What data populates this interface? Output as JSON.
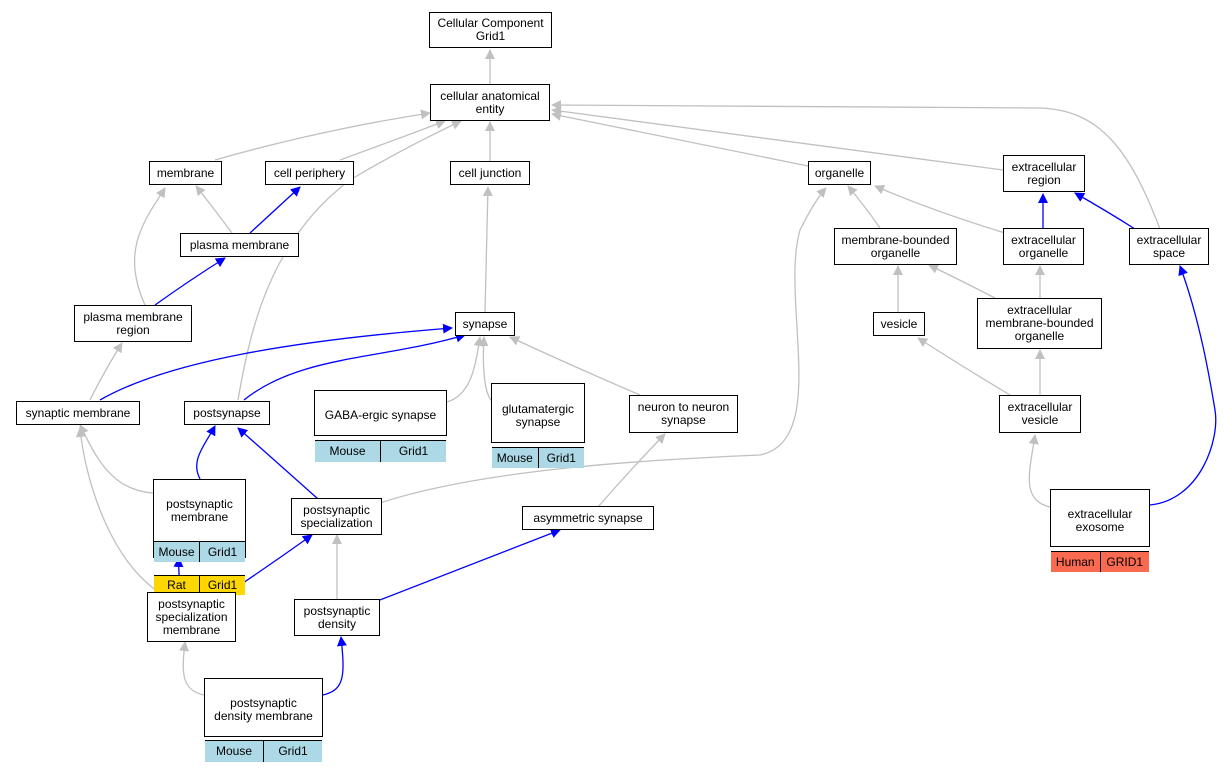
{
  "colors": {
    "is_a_edge": "#c0c0c0",
    "part_of_edge": "#0000ff",
    "node_border": "#000000",
    "mouse": "#add8e6",
    "rat": "#ffd700",
    "human": "#fa6a50"
  },
  "nodes": {
    "root": {
      "label": "Cellular Component\nGrid1"
    },
    "cae": {
      "label": "cellular anatomical\nentity"
    },
    "membrane": {
      "label": "membrane"
    },
    "cell_periphery": {
      "label": "cell periphery"
    },
    "cell_junction": {
      "label": "cell junction"
    },
    "organelle": {
      "label": "organelle"
    },
    "extracellular_region": {
      "label": "extracellular\nregion"
    },
    "plasma_membrane": {
      "label": "plasma membrane"
    },
    "membrane_bounded_organelle": {
      "label": "membrane-bounded\norganelle"
    },
    "extracellular_organelle": {
      "label": "extracellular\norganelle"
    },
    "extracellular_space": {
      "label": "extracellular\nspace"
    },
    "pm_region": {
      "label": "plasma membrane\nregion"
    },
    "synapse": {
      "label": "synapse"
    },
    "vesicle": {
      "label": "vesicle"
    },
    "ec_mbo": {
      "label": "extracellular\nmembrane-bounded\norganelle"
    },
    "synaptic_membrane": {
      "label": "synaptic membrane"
    },
    "postsynapse": {
      "label": "postsynapse"
    },
    "gaba_synapse": {
      "label": "GABA-ergic synapse",
      "species": "Mouse",
      "gene": "Grid1"
    },
    "glut_synapse": {
      "label": "glutamatergic\nsynapse",
      "species": "Mouse",
      "gene": "Grid1"
    },
    "n2n_synapse": {
      "label": "neuron to neuron\nsynapse"
    },
    "ec_vesicle": {
      "label": "extracellular\nvesicle"
    },
    "post_membrane": {
      "label": "postsynaptic\nmembrane",
      "rows": [
        {
          "species": "Mouse",
          "gene": "Grid1"
        },
        {
          "species": "Rat",
          "gene": "Grid1"
        }
      ]
    },
    "post_spec": {
      "label": "postsynaptic\nspecialization"
    },
    "asym_synapse": {
      "label": "asymmetric synapse"
    },
    "ec_exosome": {
      "label": "extracellular\nexosome",
      "species": "Human",
      "gene": "GRID1"
    },
    "psm": {
      "label": "postsynaptic\nspecialization\nmembrane"
    },
    "post_density": {
      "label": "postsynaptic\ndensity"
    },
    "pdm": {
      "label": "postsynaptic\ndensity membrane",
      "species": "Mouse",
      "gene": "Grid1"
    }
  }
}
